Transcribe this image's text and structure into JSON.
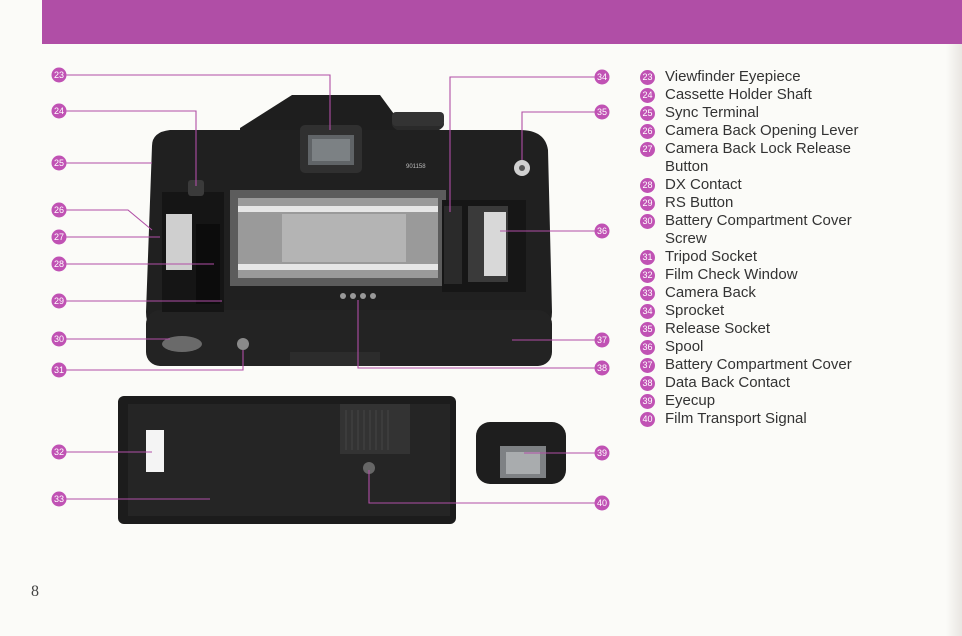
{
  "header": {
    "band_color": "#b04ea6"
  },
  "callouts": [
    {
      "num": "23",
      "label": "Viewfinder Eyepiece"
    },
    {
      "num": "24",
      "label": "Cassette Holder Shaft"
    },
    {
      "num": "25",
      "label": "Sync Terminal"
    },
    {
      "num": "26",
      "label": "Camera Back Opening Lever"
    },
    {
      "num": "27",
      "label": "Camera Back Lock Release Button"
    },
    {
      "num": "28",
      "label": "DX Contact"
    },
    {
      "num": "29",
      "label": "RS Button"
    },
    {
      "num": "30",
      "label": "Battery Compartment Cover Screw"
    },
    {
      "num": "31",
      "label": "Tripod Socket"
    },
    {
      "num": "32",
      "label": "Film Check Window"
    },
    {
      "num": "33",
      "label": "Camera Back"
    },
    {
      "num": "34",
      "label": "Sprocket"
    },
    {
      "num": "35",
      "label": "Release Socket"
    },
    {
      "num": "36",
      "label": "Spool"
    },
    {
      "num": "37",
      "label": "Battery Compartment Cover"
    },
    {
      "num": "38",
      "label": "Data Back Contact"
    },
    {
      "num": "39",
      "label": "Eyecup"
    },
    {
      "num": "40",
      "label": "Film Transport Signal"
    }
  ],
  "camera": {
    "serial": "901158"
  },
  "page_number": "8",
  "colors": {
    "accent": "#c052b4",
    "leader": "#b04ea6",
    "body": "#1c1c1c"
  }
}
